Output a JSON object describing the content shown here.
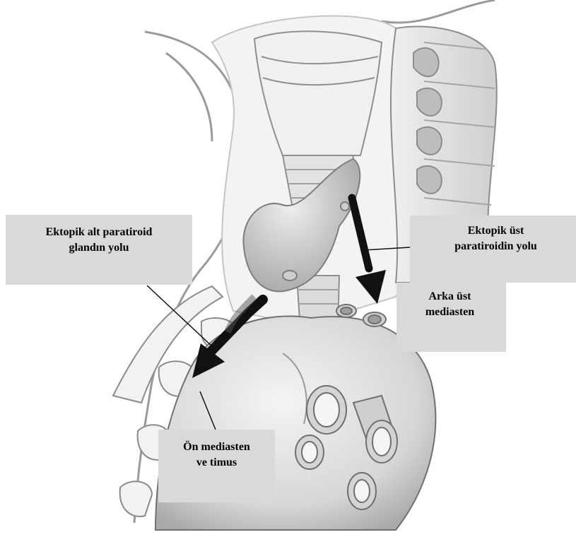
{
  "labels": {
    "lower_path": {
      "line1": "Ektopik alt paratiroid",
      "line2": "glandın yolu"
    },
    "upper_path": {
      "line1": "Ektopik üst",
      "line2": "paratiroidin yolu"
    },
    "posterior_mediastinum": {
      "line1": "Arka üst",
      "line2": "mediasten"
    },
    "anterior_mediastinum": {
      "line1": "Ön mediasten",
      "line2": "ve timus"
    }
  },
  "colors": {
    "box_fill": "#d9d9d9",
    "arrow": "#111111",
    "outline": "#8a8a8a",
    "tissue": "#e9e9e9"
  }
}
